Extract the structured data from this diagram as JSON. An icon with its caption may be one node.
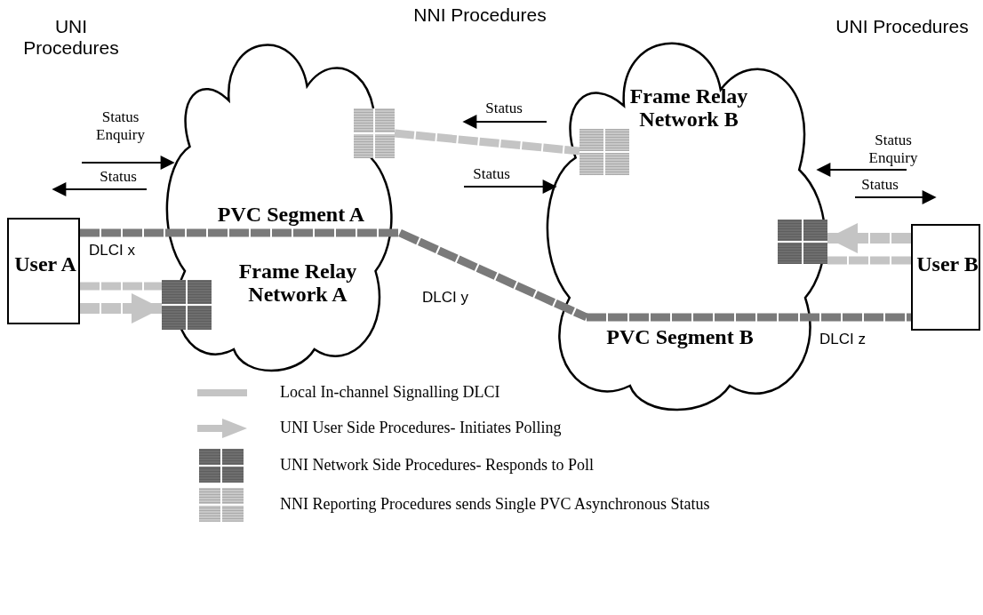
{
  "diagram": {
    "nodes": [
      {
        "text": [
          "PVC Segment A",
          "Frame Relay Network A"
        ]
      },
      {
        "text": [
          "Frame Relay Network B",
          "PVC Segment B"
        ]
      },
      {
        "text": [
          "User A"
        ]
      },
      {
        "text": [
          "User B"
        ]
      },
      {
        "text": [],
        "shape": "box",
        "in": 0
      },
      {
        "text": [],
        "shape": "box",
        "in": 1
      },
      {
        "text": [],
        "shape": "box",
        "in": 0
      },
      {
        "text": [],
        "shape": "box",
        "in": 1
      }
    ],
    "edges": [
      {
        "from": 2,
        "to": 0,
        "arrow": "none",
        "label": "DLCI x",
        "color": "#7a7a7a"
      },
      {
        "from": 0,
        "to": 1,
        "arrow": "none",
        "label": "DLCI y",
        "color": "#7a7a7a"
      },
      {
        "from": 1,
        "to": 3,
        "arrow": "none",
        "label": "DLCI z",
        "color": "#7a7a7a"
      },
      {
        "from": 4,
        "to": 5,
        "arrow": "none"
      },
      {
        "from": 2,
        "to": 6,
        "arrow": "none"
      },
      {
        "from": 2,
        "to": 6,
        "arrow": "to"
      },
      {
        "from": 3,
        "to": 7,
        "arrow": "none"
      },
      {
        "from": 3,
        "to": 7,
        "arrow": "to"
      }
    ],
    "labels": [
      "UNI Procedures",
      "NNI Procedures",
      "UNI Procedures",
      "Status Enquiry",
      "Status",
      "Status",
      "Status",
      "Status Enquiry",
      "Status"
    ],
    "legend": [
      {
        "text": "Local In-channel Signalling DLCI"
      },
      {
        "text": "UNI User Side Procedures- Initiates Polling"
      },
      {
        "text": "UNI Network Side Procedures- Responds to Poll"
      },
      {
        "text": "NNI Reporting Procedures sends Single PVC Asynchronous Status"
      }
    ]
  }
}
